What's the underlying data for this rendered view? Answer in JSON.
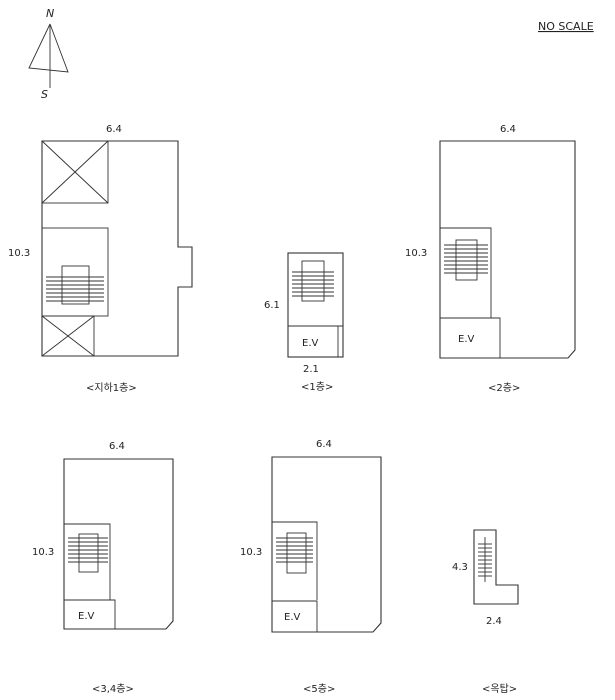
{
  "note": "NO SCALE",
  "compass": {
    "north": "N",
    "south": "S"
  },
  "ev_label": "E.V",
  "floors": [
    {
      "id": "b1",
      "caption": "<지하1층>",
      "width": "6.4",
      "height": "10.3"
    },
    {
      "id": "f1",
      "caption": "<1층>",
      "height": "6.1",
      "width": "2.1"
    },
    {
      "id": "f2",
      "caption": "<2층>",
      "width": "6.4",
      "height": "10.3"
    },
    {
      "id": "f34",
      "caption": "<3,4층>",
      "width": "6.4",
      "height": "10.3"
    },
    {
      "id": "f5",
      "caption": "<5층>",
      "width": "6.4",
      "height": "10.3"
    },
    {
      "id": "roof",
      "caption": "<옥탑>",
      "height": "4.3",
      "width": "2.4"
    }
  ]
}
